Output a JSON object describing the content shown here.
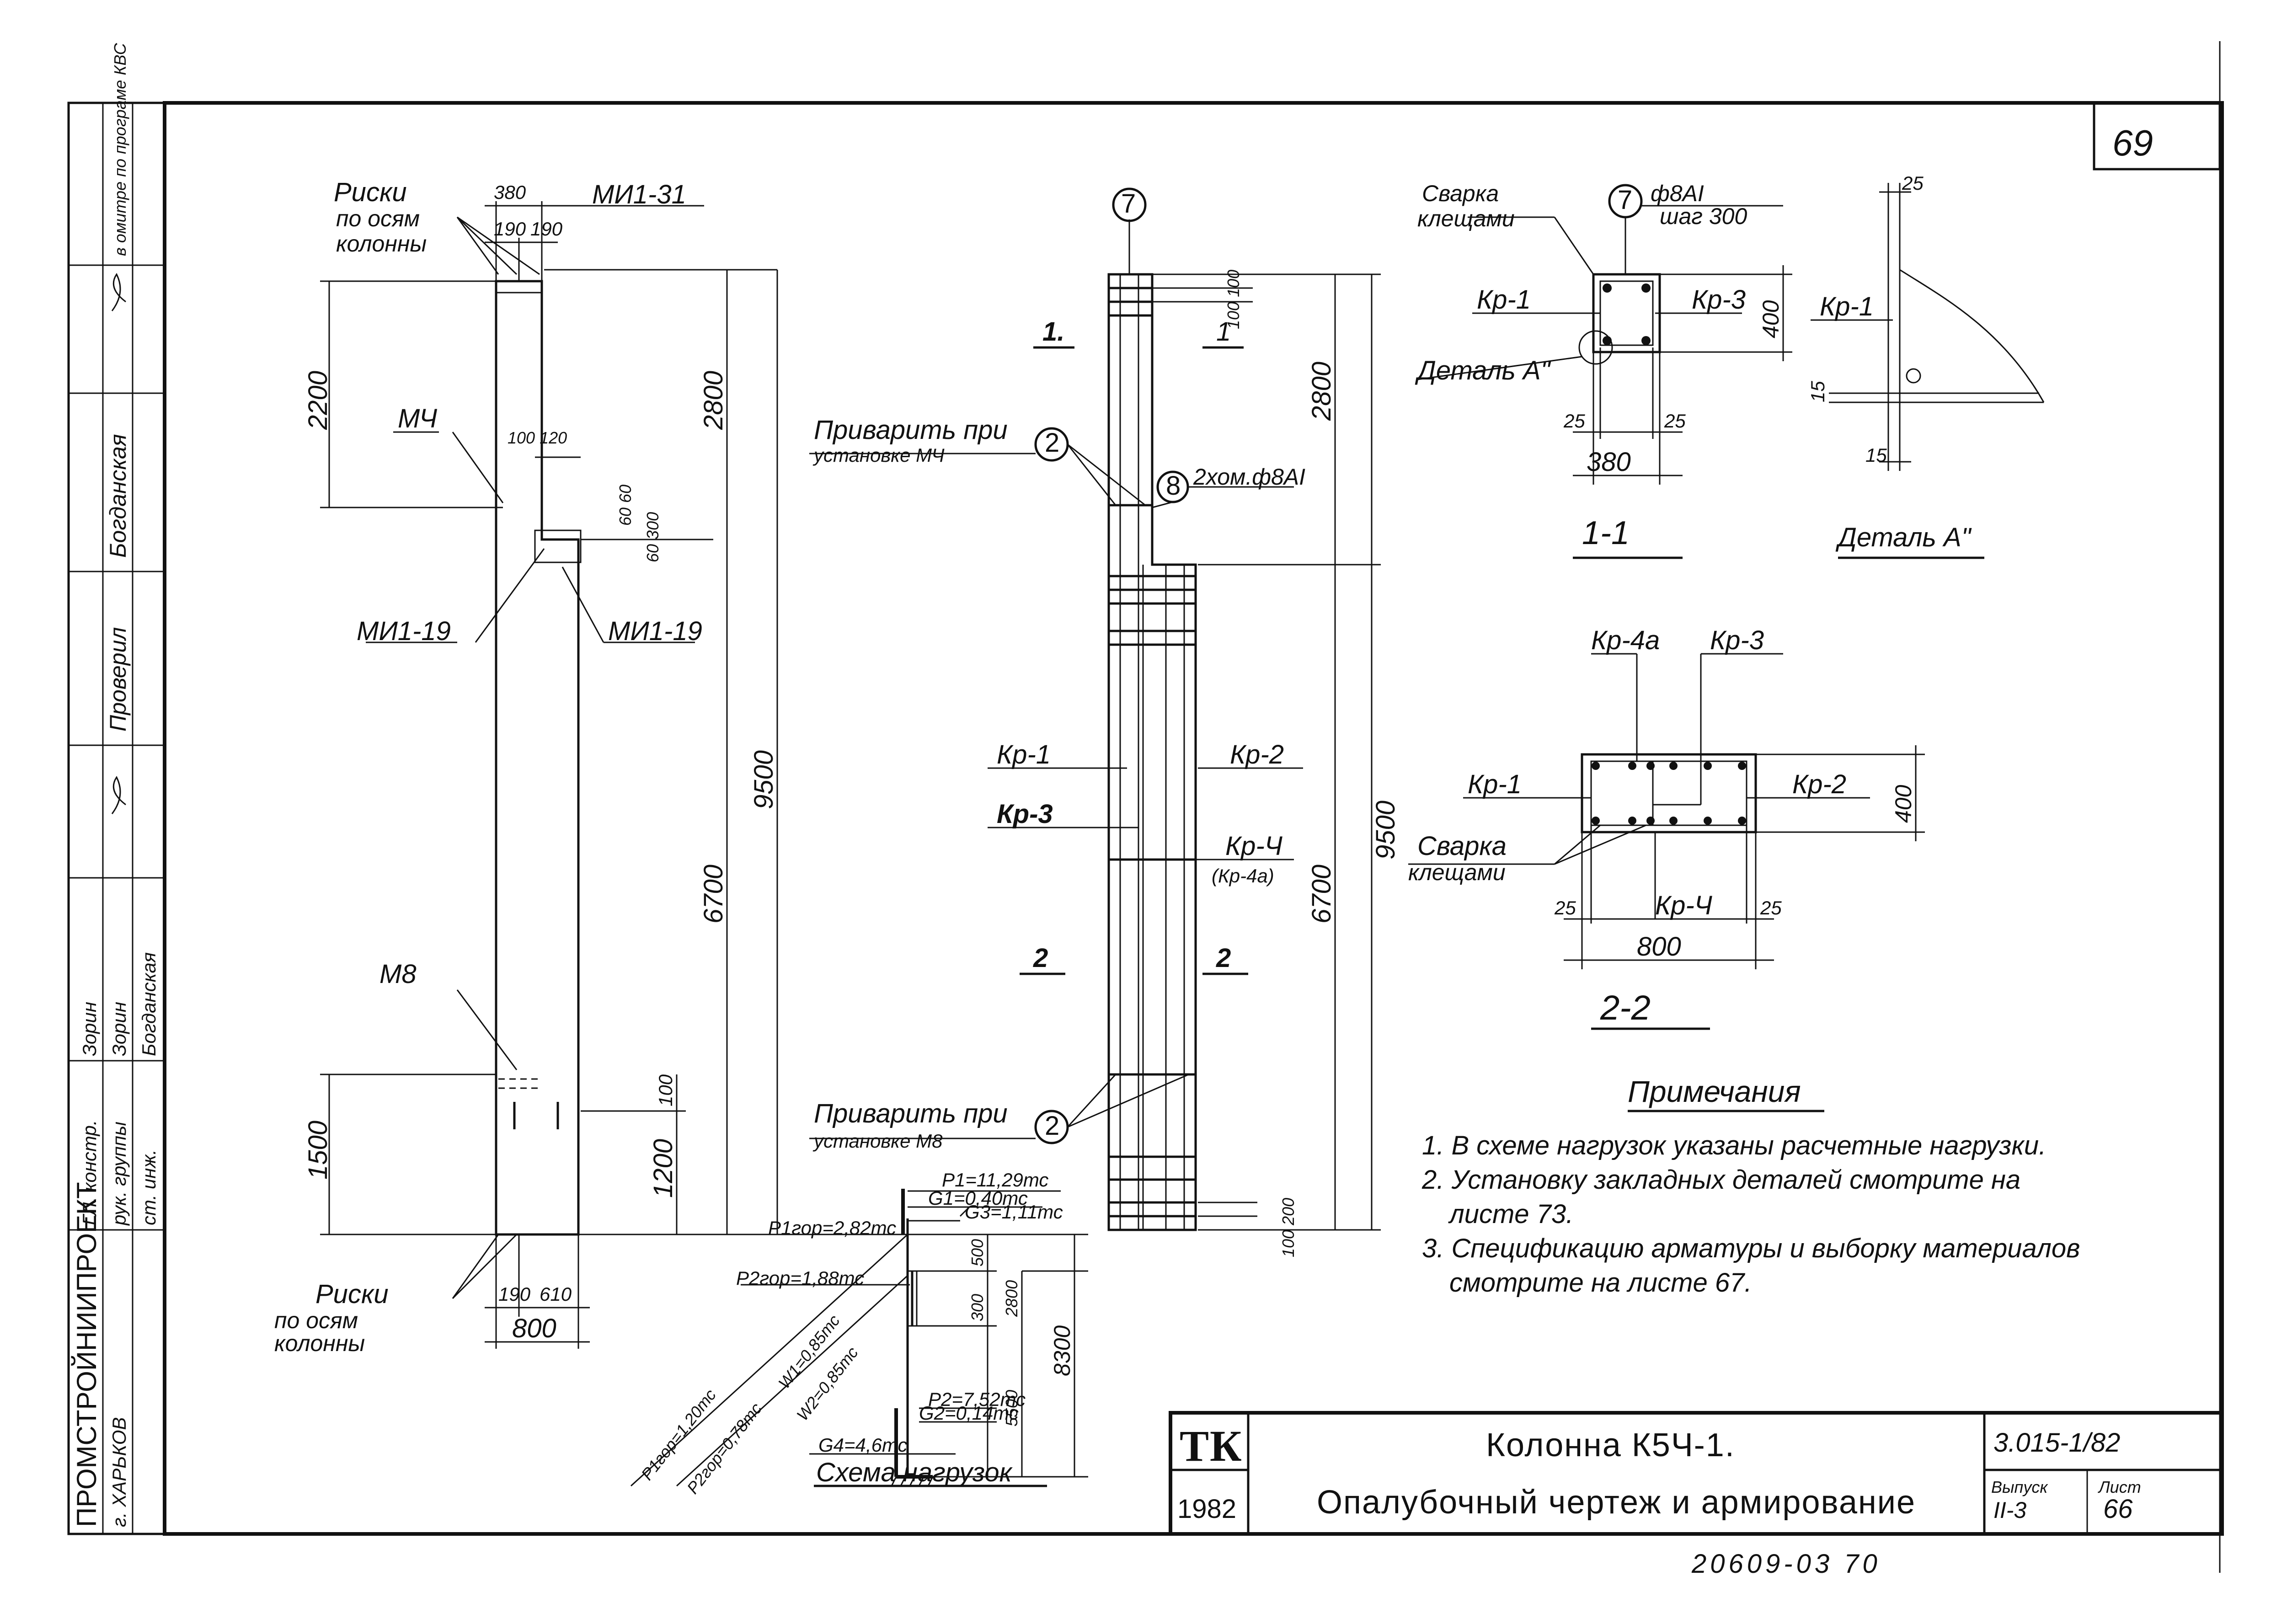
{
  "sheet_number": "69",
  "bottom_code": "20609-03 70",
  "side_stamp": {
    "org": "ПРОМСТРОЙНИИПРОЕКТ",
    "city": "г. ХАРЬКОВ",
    "roles": [
      "ГЛ. констр.",
      "рук. группы",
      "ст. инж."
    ],
    "names": [
      "Зорин",
      "Зорин",
      "Богданская"
    ],
    "check_label": "Проверил",
    "check_name": "Богданская",
    "top_note": "в омитре по програме КВС"
  },
  "elevation": {
    "risks_top": [
      "Риски",
      "по осям",
      "колонны"
    ],
    "risks_bottom": [
      "Риски",
      "по осям",
      "колонны"
    ],
    "top_dim": "380",
    "top_half_a": "190",
    "top_half_b": "190",
    "mark_top": "МИ1-31",
    "label_m4": "МЧ",
    "label_mi_left": "МИ1-19",
    "label_mi_right": "МИ1-19",
    "label_m8": "М8",
    "dim_2200": "2200",
    "dim_2800": "2800",
    "dim_6700": "6700",
    "dim_9500": "9500",
    "dim_1500": "1500",
    "dim_1200": "1200",
    "dim_100": "100",
    "dim_100_120": "100 120",
    "dim_60_60": "60 60",
    "dim_60_300": "60 300",
    "bottom_190": "190",
    "bottom_610": "610",
    "bottom_800": "800"
  },
  "rebar": {
    "axis": "7",
    "pos2": "2",
    "pos8": "8",
    "weld_top": [
      "Приварить при",
      "установке МЧ"
    ],
    "weld_bottom": [
      "Приварить при",
      "установке М8"
    ],
    "note_8": "2хом.ф8АI",
    "sec1_left": "1.",
    "sec1_right": "1",
    "sec2_left": "2",
    "sec2_right": "2",
    "kr1": "Кр-1",
    "kr2": "Кр-2",
    "kr3": "Кр-3",
    "kr4": "Кр-Ч",
    "kr4a": "(Кр-4а)",
    "dim_100_100": "100 100",
    "dim_2800": "2800",
    "dim_6700": "6700",
    "dim_9500": "9500",
    "dim_100_200": "100 200"
  },
  "section11": {
    "title": "1-1",
    "weld": [
      "Сварка",
      "клещами"
    ],
    "axis": "7",
    "bar": [
      "ф8АI",
      "шаг 300"
    ],
    "kr1": "Кр-1",
    "kr3": "Кр-3",
    "detail": "Деталь А\"",
    "d400": "400",
    "d25a": "25",
    "d25b": "25",
    "d380": "380"
  },
  "detailA": {
    "title": "Деталь А\"",
    "kr1": "Кр-1",
    "d25": "25",
    "d15a": "15",
    "d15b": "15"
  },
  "section22": {
    "title": "2-2",
    "kr4a": "Кр-4а",
    "kr3": "Кр-3",
    "kr1": "Кр-1",
    "kr2": "Кр-2",
    "kr4": "Кр-Ч",
    "weld": [
      "Сварка",
      "клещами"
    ],
    "d400": "400",
    "d25a": "25",
    "d25b": "25",
    "d800": "800"
  },
  "loads": {
    "title": "Схема нагрузок",
    "p1": "P1=11,29тс",
    "g1": "G1=0,40тс",
    "g3": "G3=1,11тс",
    "p1gor": "P1гор=2,82тс",
    "p2gor": "P2гор=1,88тс",
    "w1": "W1=0,85тс",
    "w2": "W2=0,85тс",
    "p1gor_b": "P1гор=1,20тс",
    "p2gor_b": "P2гор=0,78тс",
    "g4": "G4=4,6тс",
    "p2": "P2=7,52тс",
    "g2": "G2=0,14тс",
    "d500": "500",
    "d300": "300",
    "d2800": "2800",
    "d5500": "5500",
    "d8300": "8300"
  },
  "notes": {
    "title": "Примечания",
    "items": [
      "1. В схеме нагрузок указаны расчетные нагрузки.",
      "2. Установку закладных деталей смотрите на",
      "листе 73.",
      "3. Спецификацию арматуры и выборку материалов",
      "смотрите на листе 67."
    ]
  },
  "title_block": {
    "logo": "ТК",
    "year": "1982",
    "name1": "Колонна К5Ч-1.",
    "name2": "Опалубочный чертеж и армирование",
    "series": "3.015-1/82",
    "issue_label": "Выпуск",
    "issue": "II-3",
    "list_label": "Лист",
    "list": "66"
  }
}
